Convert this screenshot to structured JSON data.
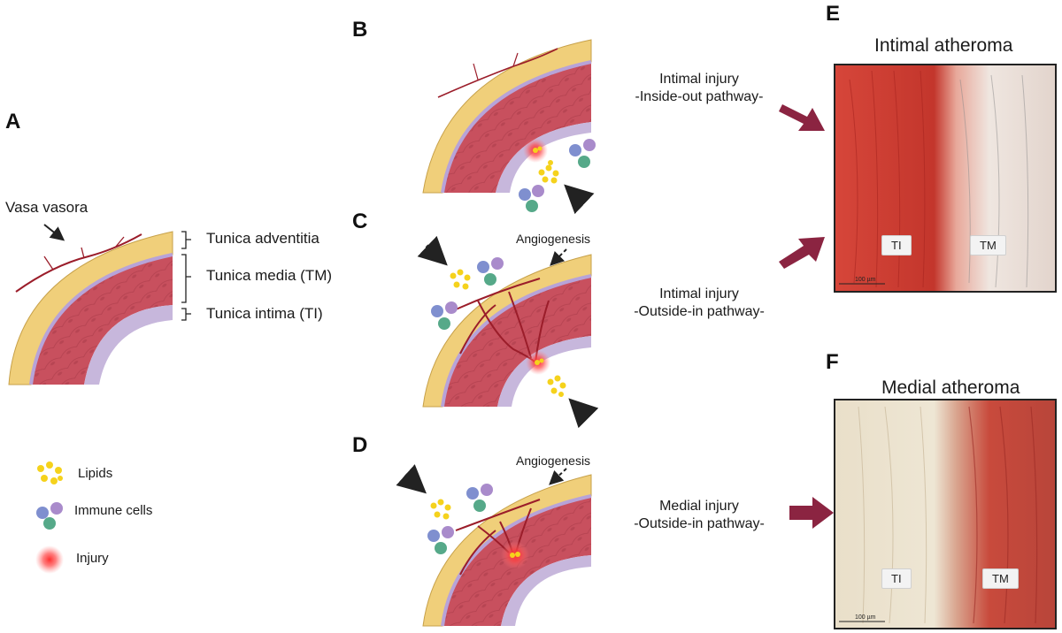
{
  "panels": {
    "a": "A",
    "b": "B",
    "c": "C",
    "d": "D",
    "e": "E",
    "f": "F"
  },
  "layers": {
    "vasa_vasora": "Vasa vasora",
    "adventitia": "Tunica adventitia",
    "media": "Tunica media (TM)",
    "intima": "Tunica intima (TI)"
  },
  "legend": {
    "lipids": "Lipids",
    "immune_cells": "Immune cells",
    "injury": "Injury"
  },
  "annotations": {
    "angiogenesis_c": "Angiogenesis",
    "angiogenesis_d": "Angiogenesis"
  },
  "pathways": {
    "b_line1": "Intimal injury",
    "b_line2": "-Inside-out pathway-",
    "c_line1": "Intimal injury",
    "c_line2": "-Outside-in pathway-",
    "d_line1": "Medial injury",
    "d_line2": "-Outside-in pathway-"
  },
  "micrographs": {
    "e_title": "Intimal atheroma",
    "e_ti": "TI",
    "e_tm": "TM",
    "e_scale": "100 µm",
    "f_title": "Medial atheroma",
    "f_ti": "TI",
    "f_tm": "TM",
    "f_scale": "100 µm"
  },
  "colors": {
    "adventitia": "#f0cf7a",
    "media": "#c8505e",
    "intima": "#c7b7dc",
    "vessel": "#9b1d2a",
    "arrow_dark": "#222222",
    "arrow_maroon": "#8b2441",
    "lipid": "#f5d21c",
    "immune_blue": "#7f8fcf",
    "immune_purple": "#a98bcb",
    "immune_green": "#56a989",
    "injury": "#e8202a",
    "stain_red": "#c8302a",
    "tissue_pale": "#e8dcc4"
  }
}
